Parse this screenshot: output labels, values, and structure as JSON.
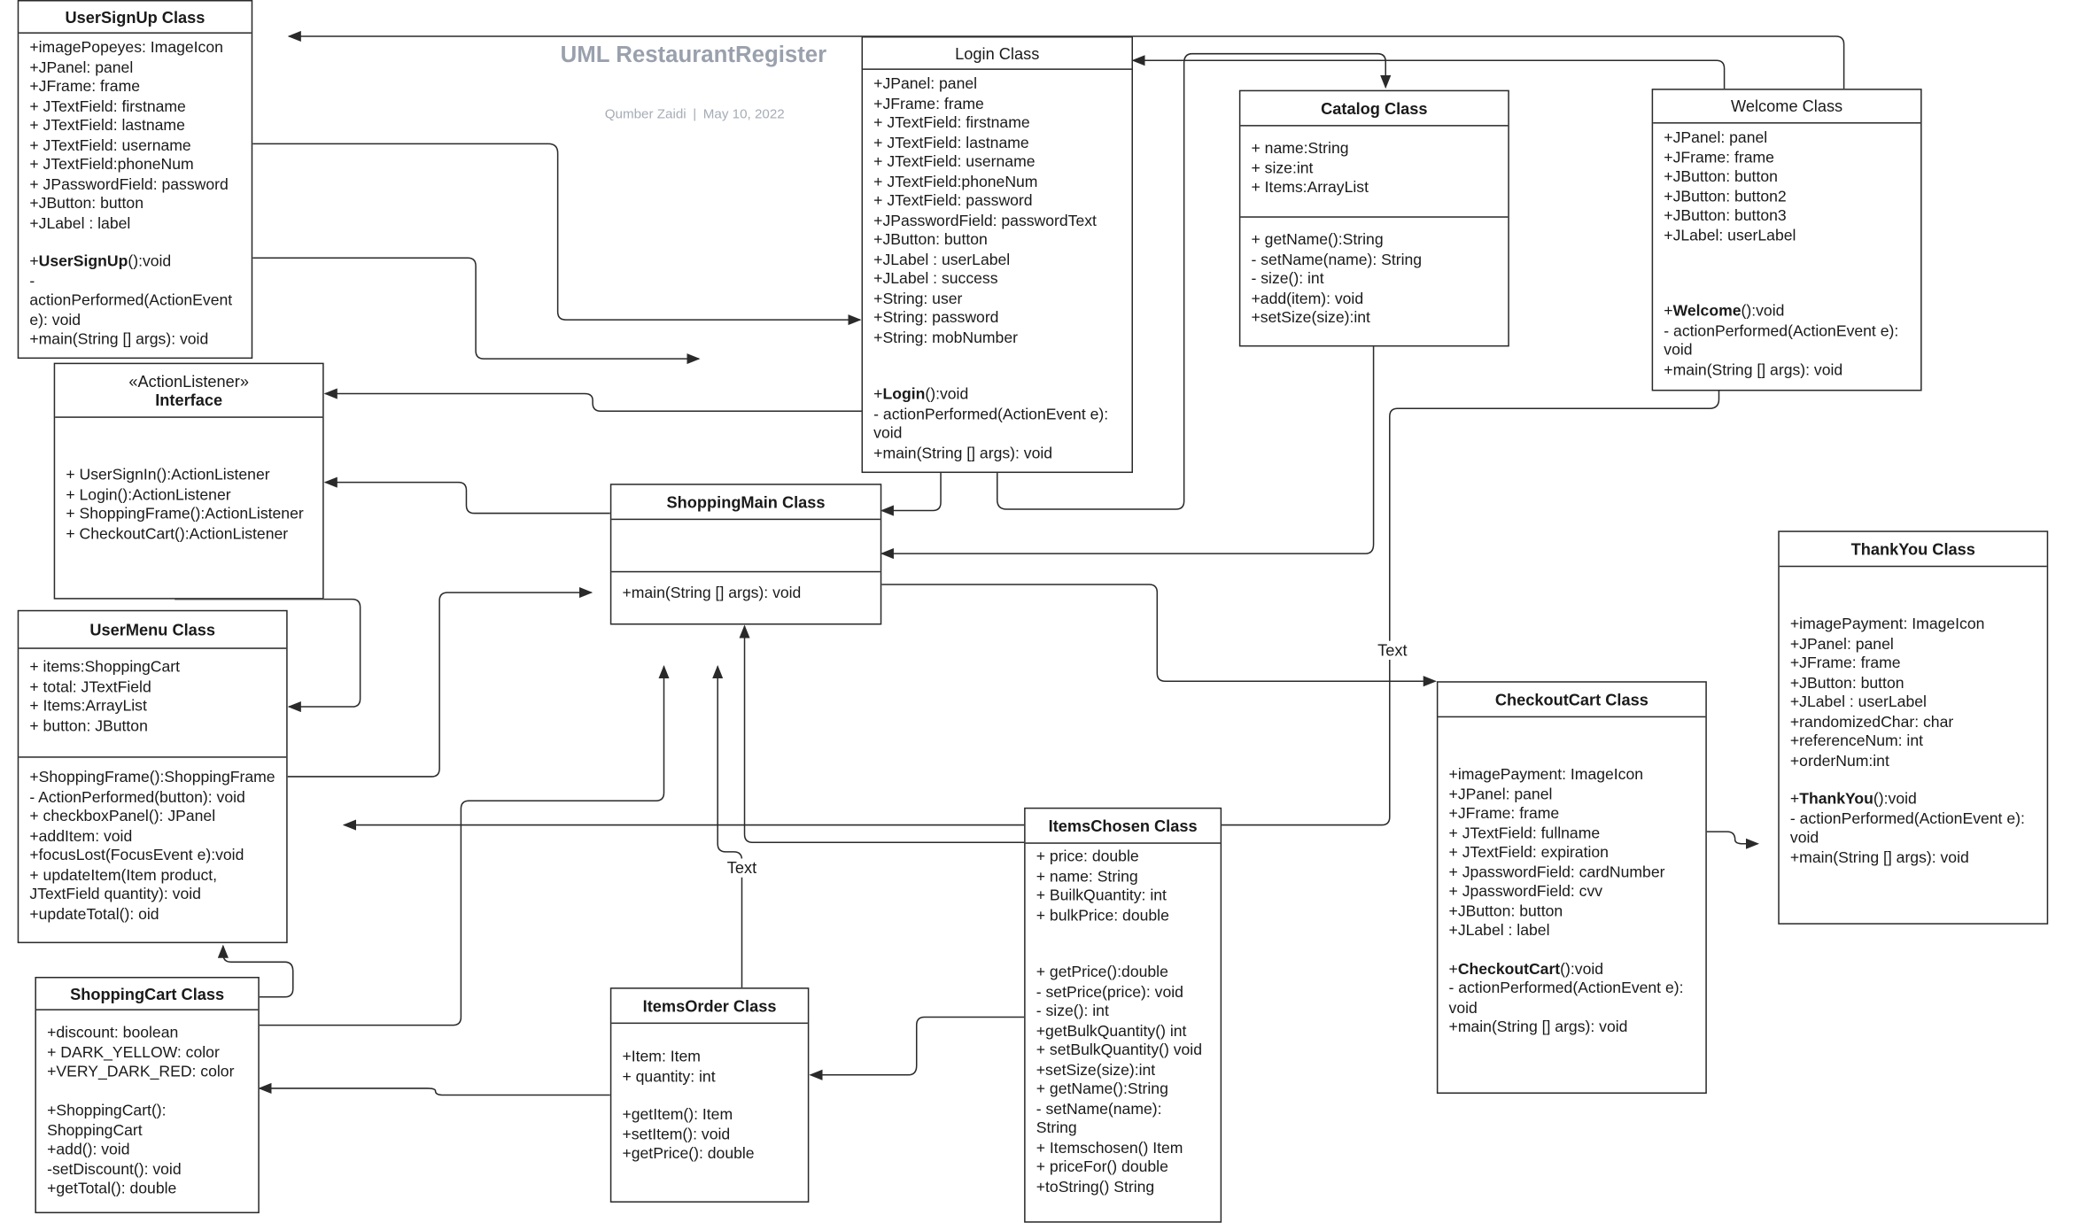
{
  "diagram": {
    "title": "UML RestaurantRegister",
    "author": "Qumber Zaidi",
    "date": "May 10, 2022",
    "separator": "|",
    "edge_labels": [
      "Text",
      "Text"
    ]
  },
  "classes": {
    "usersignup": {
      "name": "UserSignUp Class",
      "attributes": "+imagePopeyes: ImageIcon\n+JPanel: panel\n+JFrame: frame\n+ JTextField: firstname\n+ JTextField: lastname\n+ JTextField: username\n+ JTextField:phoneNum\n+ JPasswordField: password\n+JButton: button\n+JLabel : label",
      "ctor_prefix": "+",
      "ctor_name": "UserSignUp",
      "ctor_suffix": "():void",
      "methods": "-\nactionPerformed(ActionEvent\ne): void\n+main(String [] args): void"
    },
    "actionlistener": {
      "stereotype": "«ActionListener»",
      "name": "Interface",
      "methods": "+ UserSignIn():ActionListener\n+ Login():ActionListener\n+ ShoppingFrame():ActionListener\n+ CheckoutCart():ActionListener"
    },
    "usermenu": {
      "name": "UserMenu Class",
      "attributes": "+ items:ShoppingCart\n+ total: JTextField\n+ Items:ArrayList\n+ button: JButton",
      "methods": "+ShoppingFrame():ShoppingFrame\n- ActionPerformed(button): void\n+ checkboxPanel(): JPanel\n+addItem: void\n+focusLost(FocusEvent e):void\n+ updateItem(Item product,\nJTextField quantity): void\n+updateTotal(): oid"
    },
    "shoppingcart": {
      "name": "ShoppingCart Class",
      "body": "+discount: boolean\n+ DARK_YELLOW: color\n+VERY_DARK_RED: color\n\n+ShoppingCart():\nShoppingCart\n+add(): void\n-setDiscount(): void\n+getTotal(): double"
    },
    "login": {
      "name": "Login Class",
      "attributes": "+JPanel: panel\n+JFrame: frame\n+ JTextField: firstname\n+ JTextField: lastname\n+ JTextField: username\n+ JTextField:phoneNum\n+ JTextField: password\n+JPasswordField: passwordText\n+JButton: button\n+JLabel : userLabel\n+JLabel : success\n+String: user\n+String: password\n+String: mobNumber",
      "ctor_prefix": "+",
      "ctor_name": "Login",
      "ctor_suffix": "():void",
      "methods": "- actionPerformed(ActionEvent e):\nvoid\n+main(String [] args): void"
    },
    "shoppingmain": {
      "name": "ShoppingMain Class",
      "methods": "+main(String [] args): void"
    },
    "catalog": {
      "name": "Catalog Class",
      "attributes": "+ name:String\n+ size:int\n+ Items:ArrayList",
      "methods": "+ getName():String\n- setName(name): String\n- size(): int\n+add(item): void\n+setSize(size):int"
    },
    "welcome": {
      "name": "Welcome Class",
      "attributes": "+JPanel: panel\n+JFrame: frame\n+JButton: button\n+JButton: button2\n+JButton: button3\n+JLabel: userLabel",
      "ctor_prefix": "+",
      "ctor_name": "Welcome",
      "ctor_suffix": "():void",
      "methods": "- actionPerformed(ActionEvent e):\nvoid\n+main(String [] args): void"
    },
    "thankyou": {
      "name": "ThankYou Class",
      "attributes": "+imagePayment: ImageIcon\n+JPanel: panel\n+JFrame: frame\n+JButton: button\n+JLabel : userLabel\n+randomizedChar: char\n+referenceNum: int\n+orderNum:int",
      "ctor_prefix": "+",
      "ctor_name": "ThankYou",
      "ctor_suffix": "():void",
      "methods": "- actionPerformed(ActionEvent e):\nvoid\n+main(String [] args): void"
    },
    "checkout": {
      "name": "CheckoutCart Class",
      "attributes": "+imagePayment: ImageIcon\n+JPanel: panel\n+JFrame: frame\n+ JTextField: fullname\n+ JTextField: expiration\n+ JpasswordField: cardNumber\n+ JpasswordField: cvv\n+JButton: button\n+JLabel : label",
      "ctor_prefix": "+",
      "ctor_name": "CheckoutCart",
      "ctor_suffix": "():void",
      "methods": "- actionPerformed(ActionEvent e):\nvoid\n+main(String [] args): void"
    },
    "itemsorder": {
      "name": "ItemsOrder Class",
      "attributes": "+Item: Item\n+ quantity: int",
      "methods": "+getItem(): Item\n+setItem(): void\n+getPrice(): double"
    },
    "itemschosen": {
      "name": "ItemsChosen Class",
      "attributes": "+ price: double\n+ name: String\n+ BuilkQuantity: int\n+ bulkPrice: double",
      "methods": "+ getPrice():double\n- setPrice(price): void\n- size(): int\n+getBulkQuantity() int\n+ setBulkQuantity() void\n+setSize(size):int\n+ getName():String\n- setName(name):\nString\n+ Itemschosen() Item\n+ priceFor() double\n+toString() String"
    }
  },
  "colors": {
    "line": "#2a2a2a",
    "title": "#9aa1ad",
    "meta": "#a6acb6"
  }
}
